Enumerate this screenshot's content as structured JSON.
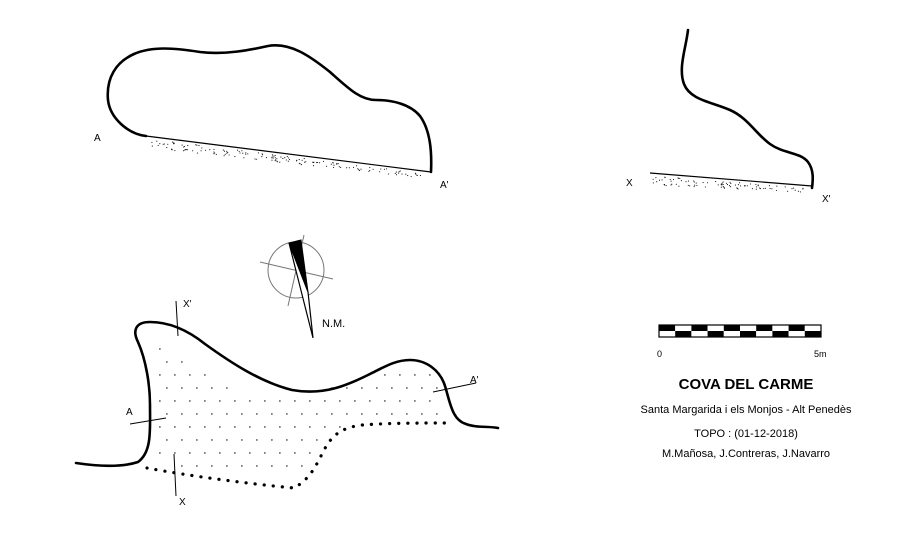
{
  "title": "COVA DEL CARME",
  "location": "Santa Margarida i els Monjos - Alt Penedès",
  "topo": "TOPO : (01-12-2018)",
  "authors": "M.Mañosa, J.Contreras, J.Navarro",
  "north_label": "N.M.",
  "scale": {
    "start": "0",
    "end": "5m",
    "segments": 10
  },
  "sections": {
    "a_start": "A",
    "a_end": "A'",
    "x_start": "X",
    "x_end": "X'"
  },
  "plan_labels": {
    "a_start": "A",
    "a_end": "A'",
    "x_start": "X",
    "x_end": "X'"
  }
}
